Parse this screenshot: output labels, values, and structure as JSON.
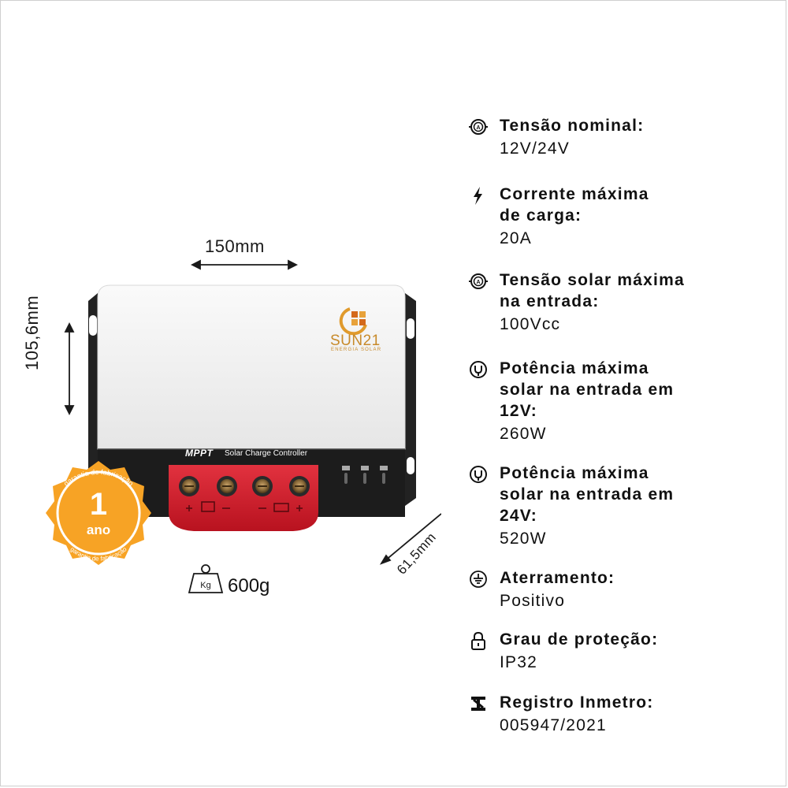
{
  "product": {
    "dimensions": {
      "width": "150mm",
      "height": "105,6mm",
      "depth": "61,5mm"
    },
    "weight": "600g",
    "weight_icon_text": "Kg",
    "brand": {
      "name": "SUN21",
      "tagline": "ENERGIA SOLAR"
    },
    "device": {
      "model": "MPPT",
      "description": "Solar Charge Controller"
    },
    "warranty_badge": {
      "number": "1",
      "word": "ano",
      "ring_text_top": "garantia de fabricação",
      "ring_text_bottom": "garantia de fabricação",
      "color": "#f7a325"
    },
    "colors": {
      "case_top": "#f2f2f2",
      "case_bottom": "#1c1c1c",
      "terminal_block": "#d41e2e"
    }
  },
  "specs": [
    {
      "icon": "voltage-gauge-icon",
      "title": "Tensão nominal:",
      "value": "12V/24V"
    },
    {
      "icon": "lightning-bolt-icon",
      "title": "Corrente máxima\nde carga:",
      "value": "20A"
    },
    {
      "icon": "voltage-gauge-icon",
      "title": "Tensão solar máxima\nna entrada:",
      "value": "100Vcc"
    },
    {
      "icon": "power-plug-icon",
      "title": "Potência máxima\nsolar na entrada em\n12V:",
      "value": "260W"
    },
    {
      "icon": "power-plug-icon",
      "title": "Potência máxima\nsolar na entrada em\n24V:",
      "value": "520W"
    },
    {
      "icon": "ground-icon",
      "title": "Aterramento:",
      "value": "Positivo"
    },
    {
      "icon": "padlock-icon",
      "title": "Grau de proteção:",
      "value": "IP32"
    },
    {
      "icon": "inmetro-icon",
      "title": "Registro Inmetro:",
      "value": "005947/2021"
    }
  ]
}
